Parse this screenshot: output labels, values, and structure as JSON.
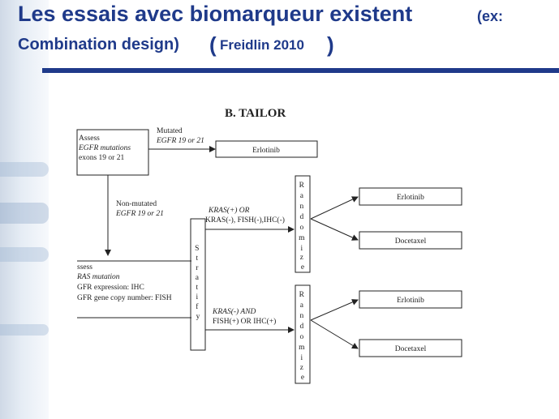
{
  "slide": {
    "title_line1": "Les essais avec biomarqueur existent",
    "title_line1_suffix": "(ex:",
    "title_line2": "Combination design)",
    "title_line2_paren_open": "(",
    "title_line2_citation": "Freidlin 2010",
    "title_line2_paren_close": ")"
  },
  "diagram": {
    "panel_title": "B. TAILOR",
    "assess1": [
      "Assess",
      "EGFR mutations",
      "exons 19 or 21"
    ],
    "mutated": [
      "Mutated",
      "EGFR 19 or 21"
    ],
    "erlotinib_top": "Erlotinib",
    "non_mutated": [
      "Non-mutated",
      "EGFR 19 or 21"
    ],
    "assess2": [
      "ssess",
      "RAS mutation",
      "GFR expression: IHC",
      "GFR gene copy number: FISH"
    ],
    "stratify": [
      "S",
      "t",
      "r",
      "a",
      "t",
      "i",
      "f",
      "y"
    ],
    "cond_upper": [
      "KRAS(+) OR",
      "KRAS(-), FISH(-),IHC(-)"
    ],
    "cond_lower": [
      "KRAS(-) AND",
      "FISH(+) OR IHC(+)"
    ],
    "randomize": [
      "R",
      "a",
      "n",
      "d",
      "o",
      "m",
      "i",
      "z",
      "e"
    ],
    "arm_upper_1": "Erlotinib",
    "arm_upper_2": "Docetaxel",
    "arm_lower_1": "Erlotinib",
    "arm_lower_2": "Docetaxel"
  }
}
